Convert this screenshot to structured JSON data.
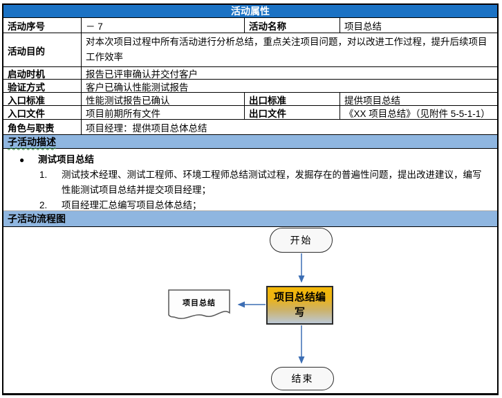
{
  "title_bar": "活动属性",
  "table": {
    "rows": [
      {
        "label": "活动序号",
        "value": "－ 7",
        "label2": "活动名称",
        "value2": "项目总结"
      },
      {
        "label": "活动目的",
        "value": "对本次项目过程中所有活动进行分析总结，重点关注项目问题，对以改进工作过程，提升后续项目工作效率"
      },
      {
        "label": "启动时机",
        "value": "报告已评审确认并交付客户"
      },
      {
        "label": "验证方式",
        "value": "客户已确认性能测试报告"
      },
      {
        "label": "入口标准",
        "value": "性能测试报告已确认",
        "label2": "出口标准",
        "value2": "提供项目总结"
      },
      {
        "label": "入口文件",
        "value": "项目前期所有文件",
        "label2": "出口文件",
        "value2": "《XX 项目总结》（见附件 5-5-1-1）"
      },
      {
        "label": "角色与职责",
        "value": "项目经理：提供项目总体总结"
      }
    ]
  },
  "sub_activity_description": {
    "header": "子活动描述",
    "bullet": "●",
    "bullet_title": "测试项目总结",
    "items": [
      {
        "num": "1.",
        "text": "测试技术经理、测试工程师、环境工程师总结测试过程，发掘存在的普遍性问题，提出改进建议，编写性能测试项目总结并提交项目经理；"
      },
      {
        "num": "2.",
        "text": "项目经理汇总编写项目总体总结；"
      }
    ]
  },
  "flowchart": {
    "header": "子活动流程图",
    "start_label": "开始",
    "process_label": "项目总结编写",
    "document_label": "项目总结",
    "end_label": "结束"
  },
  "colors": {
    "header_blue": "#1B72C4",
    "band_blue": "#8FB6E0",
    "arrow_blue": "#3C6EB4",
    "process_box_top": "#F4B807",
    "process_box_bottom": "#BCC8D6"
  }
}
